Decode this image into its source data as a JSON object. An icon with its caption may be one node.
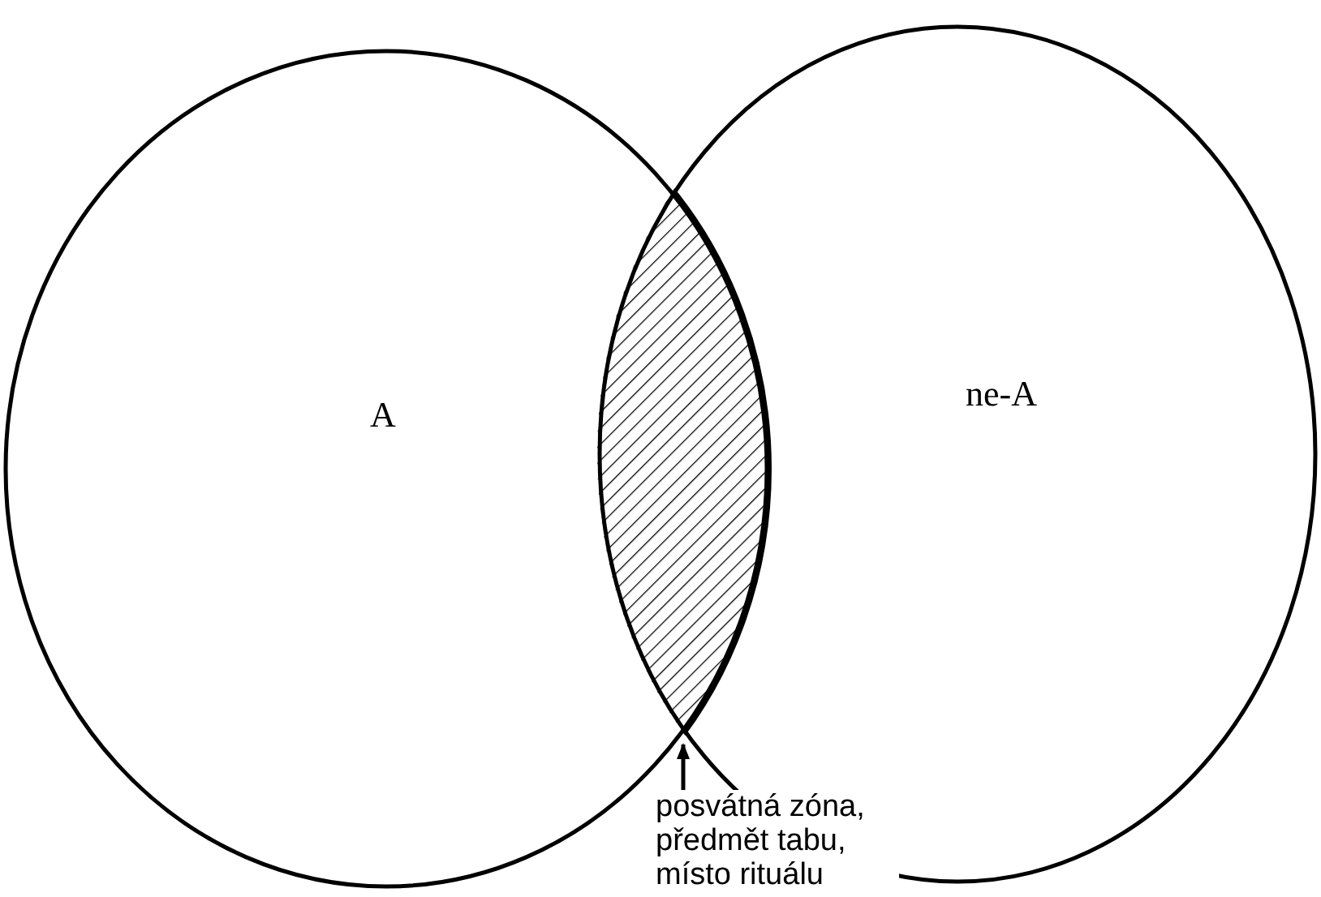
{
  "diagram": {
    "nodes": [
      {
        "text": [
          "A"
        ]
      },
      {
        "text": [
          "ne-A"
        ]
      },
      {
        "text": [],
        "shape": "lens"
      },
      {
        "text": [
          "posvátná zóna, předmět tabu, místo rituálu"
        ]
      }
    ],
    "edges": [
      {
        "from": 3,
        "to": 2,
        "arrow": "to"
      }
    ]
  }
}
